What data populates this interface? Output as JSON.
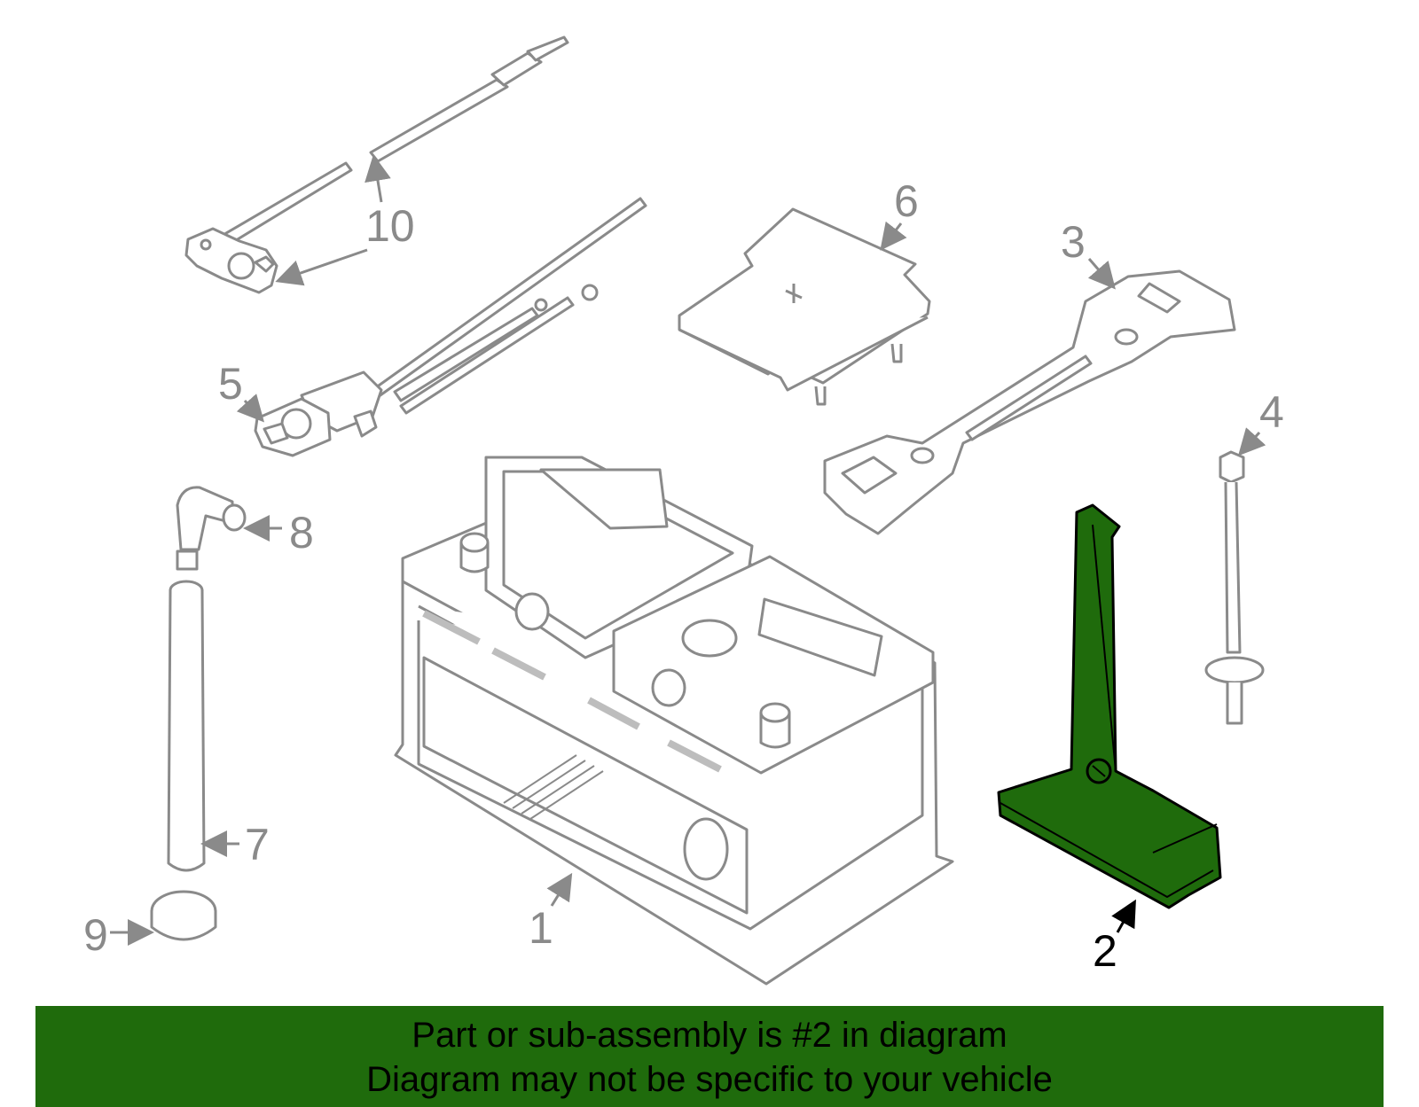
{
  "callouts": {
    "p1": "1",
    "p2": "2",
    "p3": "3",
    "p4": "4",
    "p5": "5",
    "p6": "6",
    "p7": "7",
    "p8": "8",
    "p9": "9",
    "p10": "10"
  },
  "highlighted_part": "2",
  "colors": {
    "highlight_fill": "#1f6b0c",
    "part_line": "#8a8a8a",
    "banner_bg": "#1f6b0c"
  },
  "banner": {
    "line1": "Part or sub-assembly is #2 in diagram",
    "line2": "Diagram may not be specific to your vehicle"
  }
}
